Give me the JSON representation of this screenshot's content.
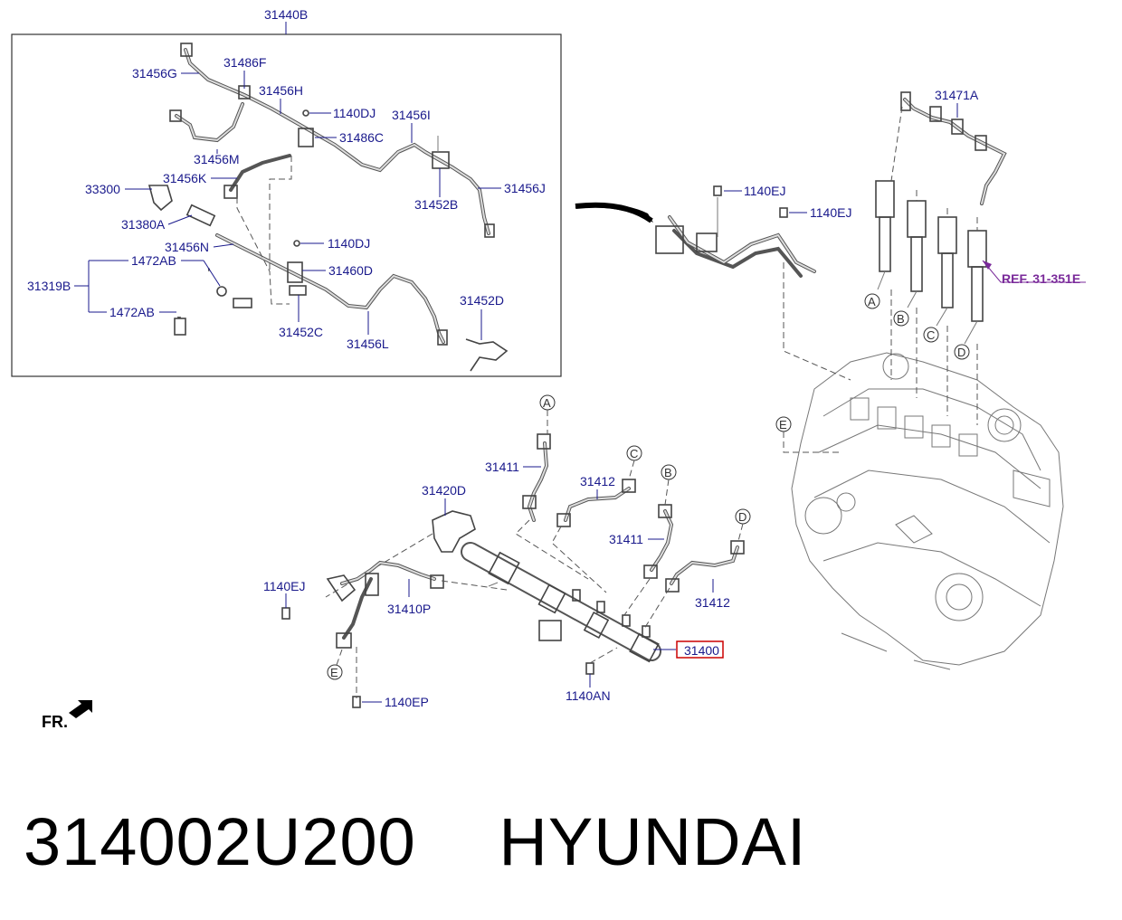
{
  "labels": {
    "l31440B": "31440B",
    "l31486F": "31486F",
    "l31456G": "31456G",
    "l31456H": "31456H",
    "l1140DJ_a": "1140DJ",
    "l31456I": "31456I",
    "l31486C": "31486C",
    "l31456M": "31456M",
    "l31456K": "31456K",
    "l33300": "33300",
    "l31452B": "31452B",
    "l31456J": "31456J",
    "l31380A": "31380A",
    "l31456N": "31456N",
    "l1140DJ_b": "1140DJ",
    "l1472AB_a": "1472AB",
    "l31319B": "31319B",
    "l31460D": "31460D",
    "l1472AB_b": "1472AB",
    "l31452D": "31452D",
    "l31452C": "31452C",
    "l31456L": "31456L",
    "l31471A": "31471A",
    "l1140EJ_a": "1140EJ",
    "l1140EJ_b": "1140EJ",
    "ref": "REF. 31-351E",
    "l31411_a": "31411",
    "l31412_a": "31412",
    "l31420D": "31420D",
    "l31411_b": "31411",
    "l31412_b": "31412",
    "l1140EJ_c": "1140EJ",
    "l31410P": "31410P",
    "l31400": "31400",
    "l1140AN": "1140AN",
    "l1140EP": "1140EP",
    "fr": "FR."
  },
  "circles": {
    "inj_a": "A",
    "inj_b": "B",
    "inj_c": "C",
    "inj_d": "D",
    "eng_e": "E",
    "pipe_a": "A",
    "pipe_c": "C",
    "pipe_b": "B",
    "pipe_d": "D",
    "pipe_e": "E"
  },
  "caption": {
    "part_number": "314002U200",
    "brand": "HYUNDAI"
  },
  "colors": {
    "label": "#1a1a8c",
    "ref": "#7a2a9a",
    "highlight": "#cc0000"
  }
}
